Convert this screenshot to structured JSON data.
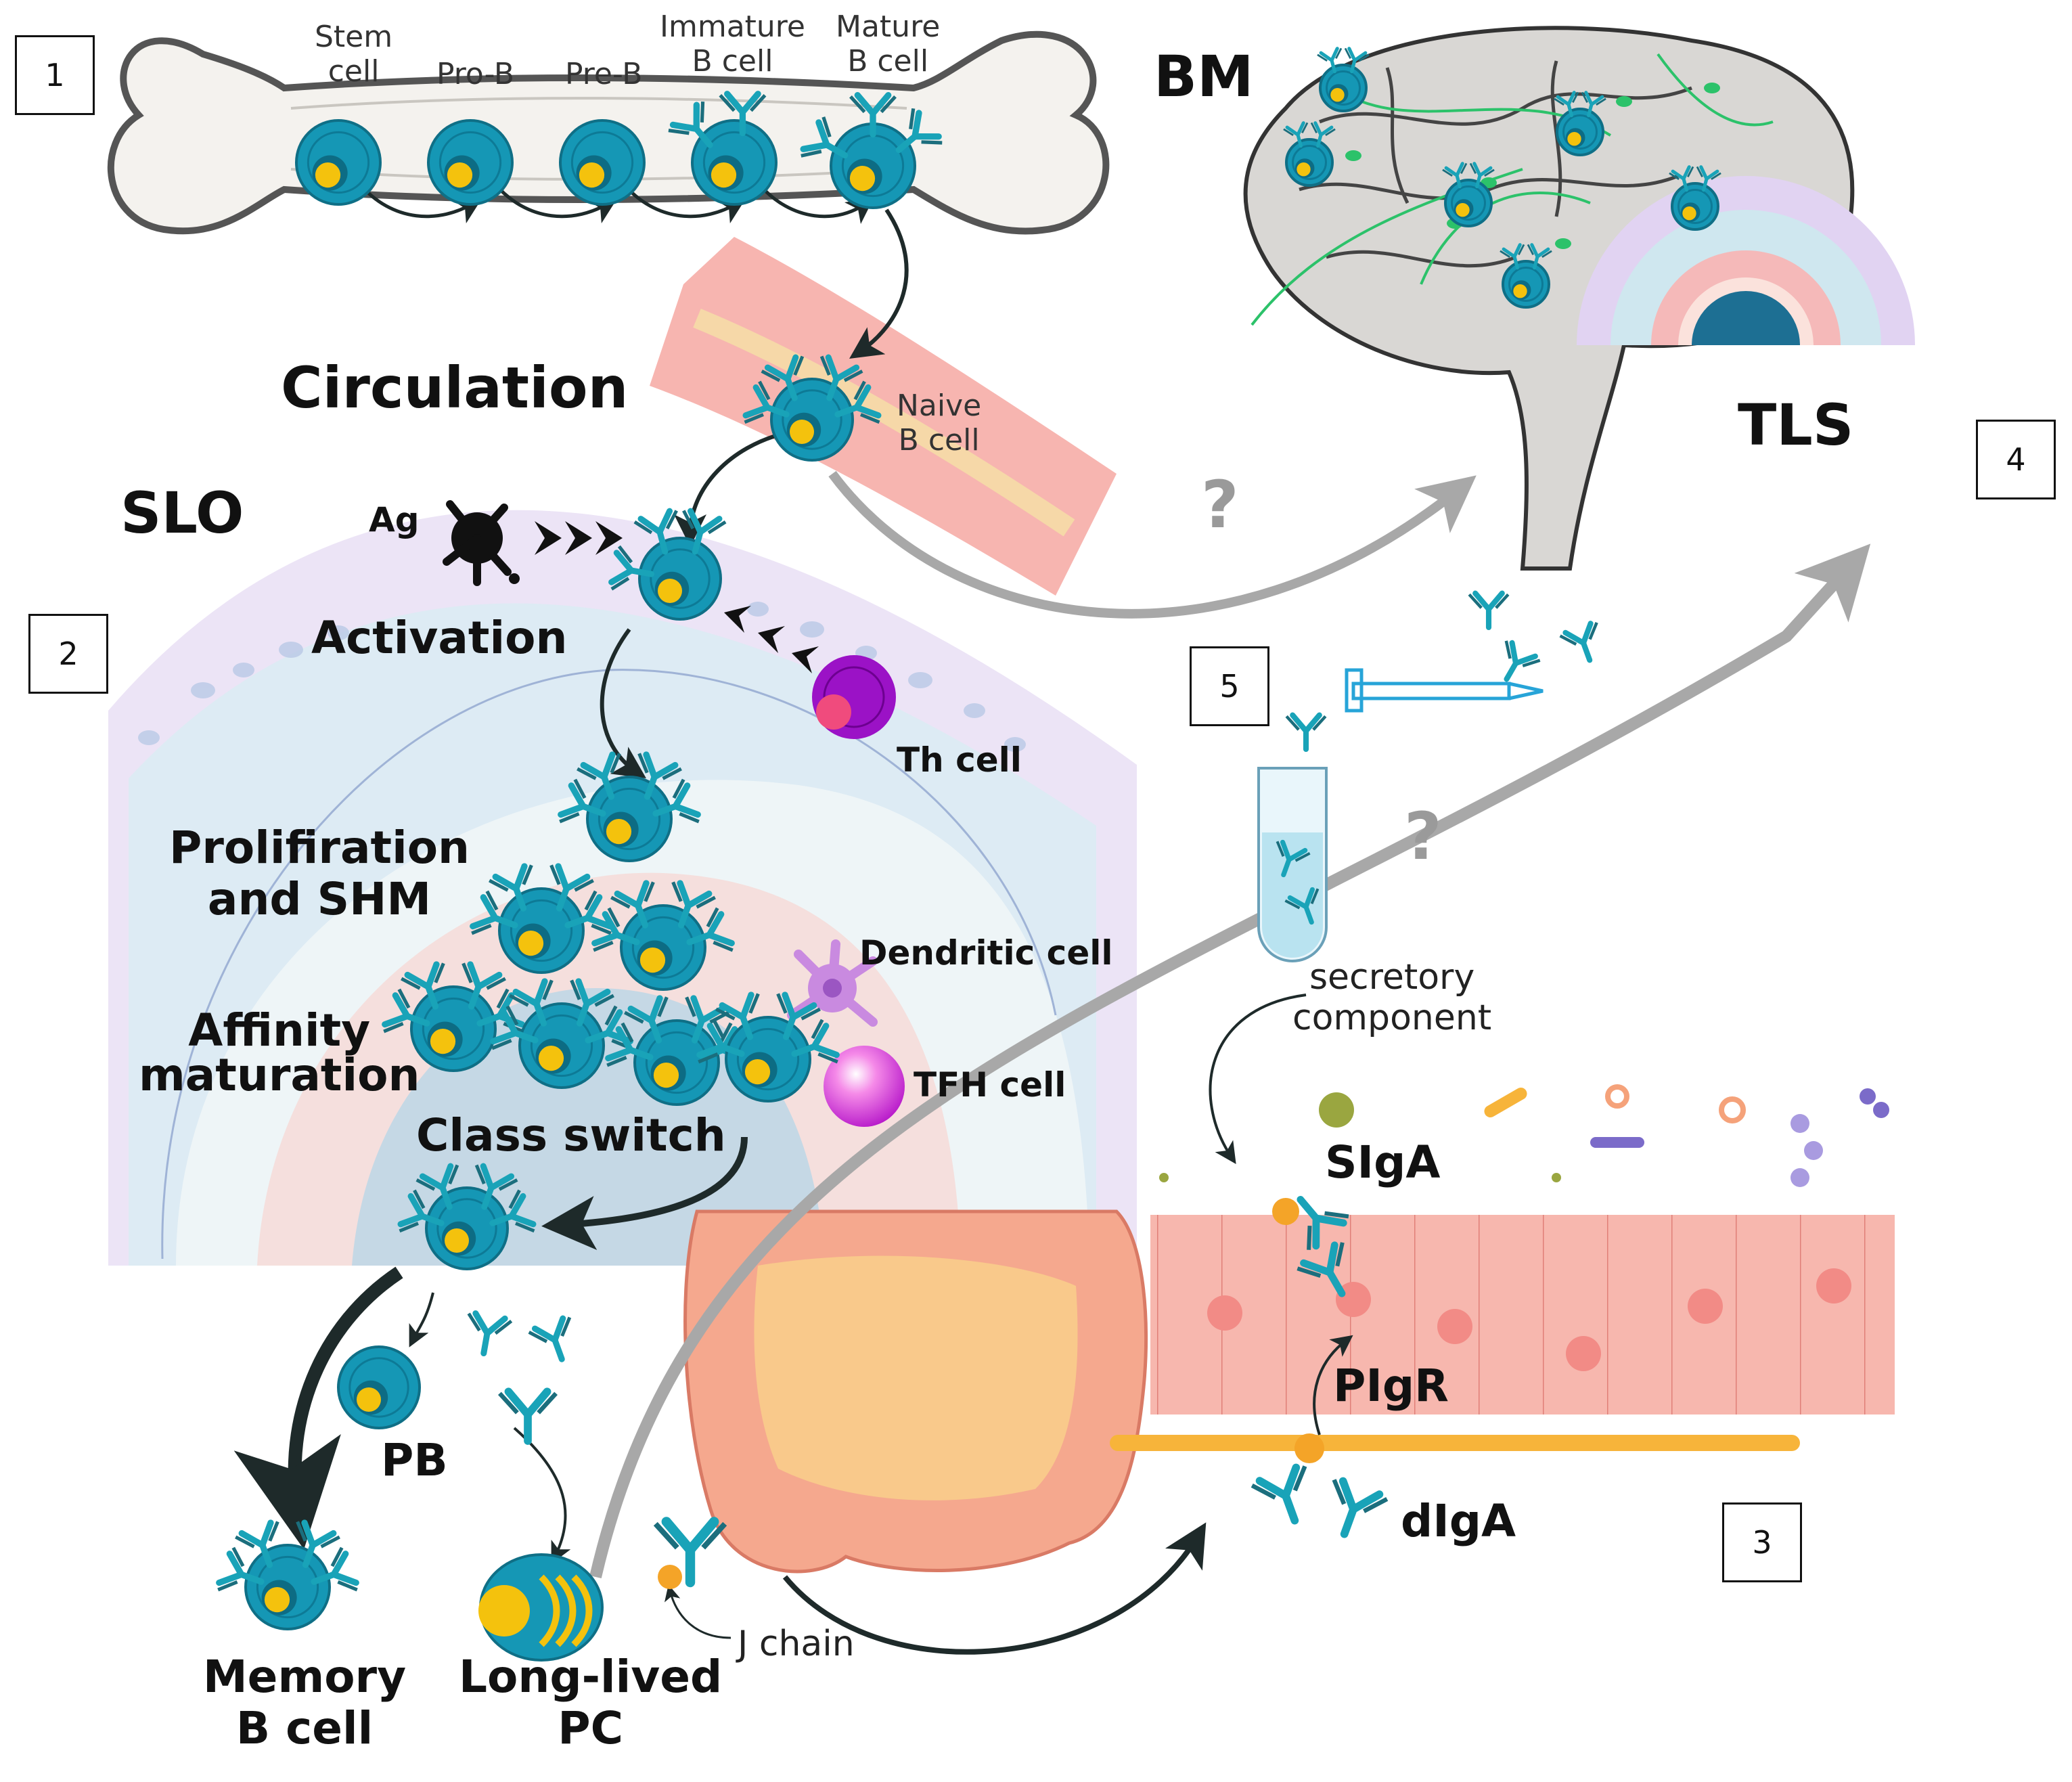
{
  "panels": {
    "p1": "1",
    "p2": "2",
    "p3": "3",
    "p4": "4",
    "p5": "5"
  },
  "regions": {
    "bm": "BM",
    "circulation": "Circulation",
    "slo": "SLO",
    "tls": "TLS"
  },
  "bone_stages": {
    "stem": "Stem\ncell",
    "prob": "Pro-B",
    "preb": "Pre-B",
    "immature": "Immature\nB cell",
    "mature": "Mature\nB cell"
  },
  "naive": "Naive\nB cell",
  "ag": "Ag",
  "activation": "Activation",
  "th_cell": "Th cell",
  "prolif": "Prolifiration\nand SHM",
  "affinity": "Affinity\nmaturation",
  "class_switch": "Class switch",
  "dendritic": "Dendritic cell",
  "tfh": "TFH cell",
  "pb": "PB",
  "memory": "Memory\nB cell",
  "longlived": "Long-lived\nPC",
  "jchain": "J chain",
  "secretory": "secretory\ncomponent",
  "sIgA": "SIgA",
  "pIgR": "PIgR",
  "dIgA": "dIgA",
  "question": "?",
  "colors": {
    "bcell": "#1597b5",
    "nucleus": "#f4c20d",
    "antibody": "#19a3b8",
    "arrow_dark": "#1e2a2a",
    "arrow_grey": "#a8a8a8",
    "vessel": "#f7b5b0",
    "gut": "#f5a88e",
    "epithelium": "#f7b7ae",
    "slo_outer": "#ece4f6",
    "slo_mid": "#dcebf3",
    "th": "#9b12c6",
    "dendritic": "#c98ae0",
    "tfh": "#e238c8"
  }
}
